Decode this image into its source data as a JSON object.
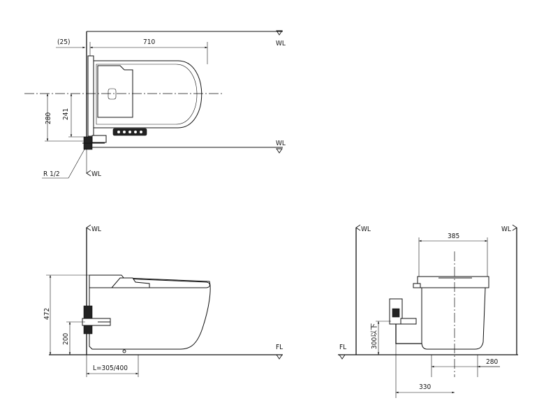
{
  "plan_view": {
    "offset_dim": "(25)",
    "length_dim": "710",
    "wl_top": "WL",
    "wl_right": "WL",
    "wl_bottom": "WL",
    "dim_280": "280",
    "dim_241": "241",
    "pipe_label": "R 1/2"
  },
  "side_view": {
    "wl": "WL",
    "fl": "FL",
    "dim_472": "472",
    "dim_200": "200",
    "length_label": "L=305/400"
  },
  "front_view": {
    "wl_left": "WL",
    "wl_right": "WL",
    "fl": "FL",
    "dim_385": "385",
    "dim_300": "300以下",
    "dim_280": "280",
    "dim_330": "330"
  }
}
